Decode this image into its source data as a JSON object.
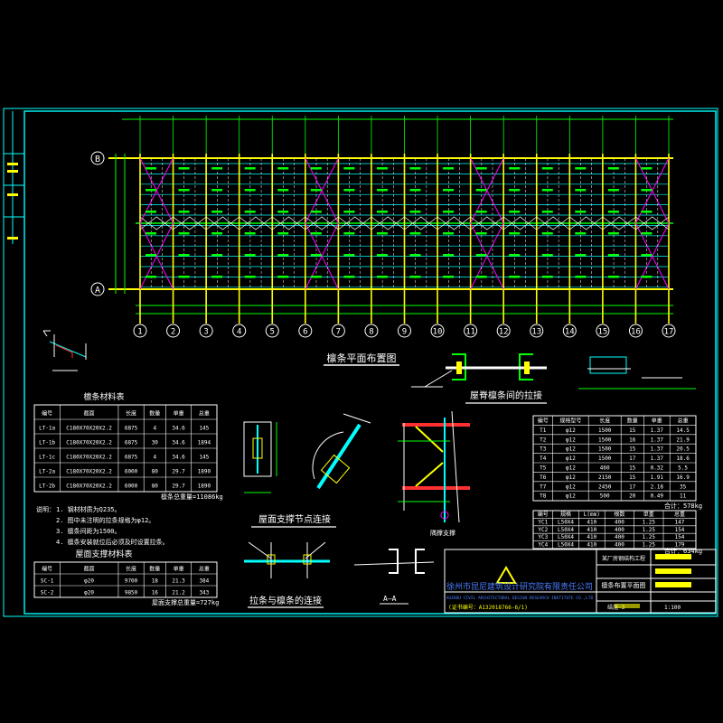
{
  "colors": {
    "background": "#000000",
    "frame": "#00ffff",
    "gridline": "#ffff00",
    "grid_label": "#ffffff",
    "steel": "#00ffff",
    "bracing": "#ff00ff",
    "purlin_tag": "#00ff00",
    "company": "#4a7dff",
    "emphasis": "#ff3030"
  },
  "plan": {
    "title": "檩条平面布置图",
    "row_axes": [
      "B",
      "A"
    ],
    "column_axes": [
      "1",
      "2",
      "3",
      "4",
      "5",
      "6",
      "7",
      "8",
      "9",
      "10",
      "11",
      "12",
      "13",
      "14",
      "15",
      "16",
      "17"
    ]
  },
  "details": {
    "purlin_brace_title": "屋脊檩条间的拉接",
    "roof_brace_node_title": "屋面支撑节点连接",
    "tie_to_purlin_title": "拉条与檩条的连接",
    "corner_brace_title": "隅撑支撑",
    "section_aa": "A—A"
  },
  "purlin_table": {
    "title": "檩条材料表",
    "headers": [
      "编号",
      "截面",
      "长度",
      "数量",
      "单重",
      "总重"
    ],
    "rows": [
      [
        "LT-1a",
        "C180X70X20X2.2",
        "6875",
        "4",
        "34.6",
        "145"
      ],
      [
        "LT-1b",
        "C180X70X20X2.2",
        "6875",
        "30",
        "34.6",
        "1894"
      ],
      [
        "LT-1c",
        "C180X70X20X2.2",
        "6875",
        "4",
        "34.6",
        "145"
      ],
      [
        "LT-2a",
        "C180X70X20X2.2",
        "6000",
        "80",
        "29.7",
        "1890"
      ],
      [
        "LT-2b",
        "C180X70X20X2.2",
        "6000",
        "80",
        "29.7",
        "1890"
      ]
    ],
    "footer": "檩条总重量=11086kg"
  },
  "notes": {
    "lead": "说明：",
    "items": [
      "1. 钢材材质为Q235。",
      "2. 图中未注明的拉条规格为φ12。",
      "3. 檩条间距为1500。",
      "4. 檩条安装就位后必须及时设置拉条。"
    ]
  },
  "roof_support_table": {
    "title": "屋面支撑材料表",
    "headers": [
      "编号",
      "截面",
      "长度",
      "数量",
      "单重",
      "总重"
    ],
    "rows": [
      [
        "SC-1",
        "φ20",
        "9700",
        "18",
        "21.3",
        "384"
      ],
      [
        "SC-2",
        "φ20",
        "9850",
        "16",
        "21.2",
        "343"
      ]
    ],
    "footer": "屋面支撑总重量=727kg"
  },
  "tie_table": {
    "headers": [
      "编号",
      "规格型号",
      "长度",
      "数量",
      "单重",
      "总重"
    ],
    "rows": [
      [
        "T1",
        "φ12",
        "1500",
        "15",
        "1.37",
        "14.5"
      ],
      [
        "T2",
        "φ12",
        "1500",
        "16",
        "1.37",
        "21.9"
      ],
      [
        "T3",
        "φ12",
        "1500",
        "15",
        "1.37",
        "20.5"
      ],
      [
        "T4",
        "φ12",
        "1500",
        "17",
        "1.37",
        "18.6"
      ],
      [
        "T5",
        "φ12",
        "460",
        "15",
        "0.32",
        "5.5"
      ],
      [
        "T6",
        "φ12",
        "2150",
        "15",
        "1.91",
        "16.9"
      ],
      [
        "T7",
        "φ12",
        "2450",
        "17",
        "2.18",
        "35"
      ],
      [
        "T8",
        "φ12",
        "500",
        "20",
        "0.49",
        "11"
      ]
    ],
    "total": "合计：578kg"
  },
  "brace_table": {
    "headers": [
      "编号",
      "规格",
      "L(mm)",
      "根数",
      "单重",
      "总重"
    ],
    "rows": [
      [
        "YC1",
        "L50X4",
        "410",
        "400",
        "1.25",
        "147"
      ],
      [
        "YC2",
        "L50X4",
        "410",
        "400",
        "1.25",
        "154"
      ],
      [
        "YC3",
        "L50X4",
        "410",
        "400",
        "1.25",
        "154"
      ],
      [
        "YC4",
        "L50X4",
        "410",
        "400",
        "1.25",
        "179"
      ]
    ],
    "total": "合计：634kg"
  },
  "title_block": {
    "company": "徐州市昆尼建筑设计研究院有限责任公司",
    "company_en": "XUZHOU CIVIL ARCHITECTURAL DESIGN RESEARCH INSTITUTE CO.,LTD",
    "cert": "(证书编号：A132018766-6/1)",
    "project": "某厂房钢结构工程",
    "drawing": "檩条布置平面图",
    "drawing_no": "结施-3",
    "scale": "1:100"
  }
}
